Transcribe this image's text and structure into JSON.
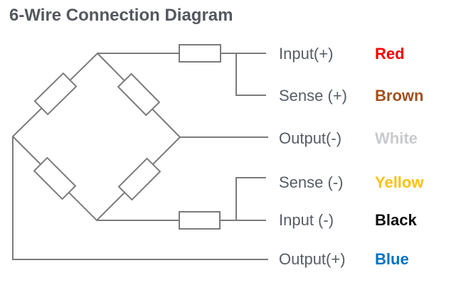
{
  "title": "6-Wire Connection Diagram",
  "diagram": {
    "type": "wheatstone-bridge-6-wire",
    "line_color": "#7b7b7b",
    "resistor_fill": "#ffffff",
    "label_text_color": "#575c66",
    "title_color": "#54575f",
    "wires": [
      {
        "signal": "Input(+)",
        "color_name": "Red",
        "color_hex": "#f60000"
      },
      {
        "signal": "Sense (+)",
        "color_name": "Brown",
        "color_hex": "#a0511e"
      },
      {
        "signal": "Output(-)",
        "color_name": "White",
        "color_hex": "#c9cacc"
      },
      {
        "signal": "Sense (-)",
        "color_name": "Yellow",
        "color_hex": "#ffc113"
      },
      {
        "signal": "Input (-)",
        "color_name": "Black",
        "color_hex": "#0d0d0d"
      },
      {
        "signal": "Output(+)",
        "color_name": "Blue",
        "color_hex": "#0272c3"
      }
    ]
  }
}
